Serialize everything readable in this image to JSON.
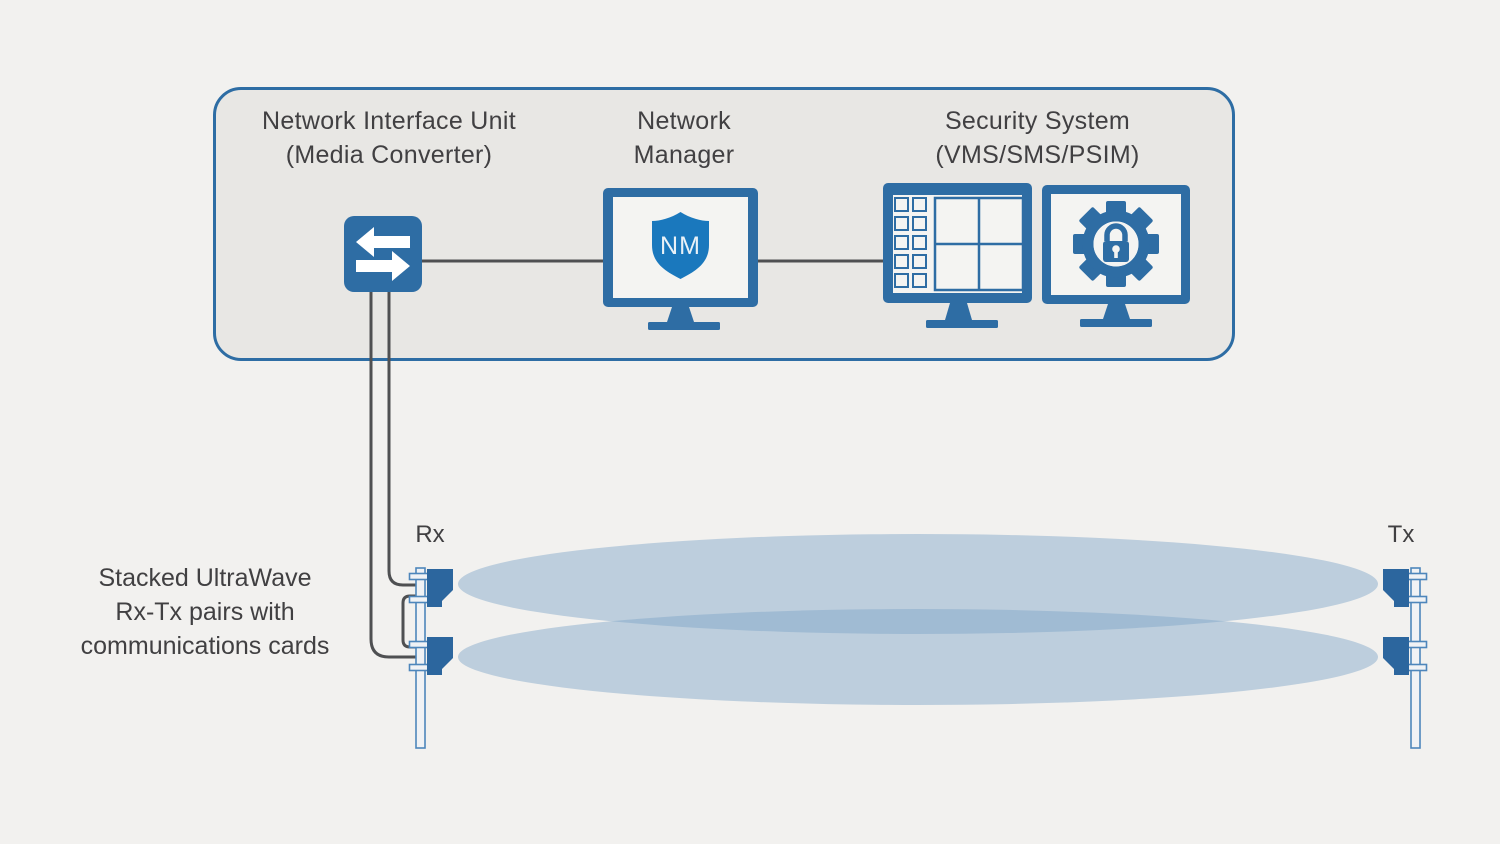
{
  "page": {
    "background": "#f2f1ef"
  },
  "colors": {
    "box_fill": "#e8e7e4",
    "box_border": "#2e6da4",
    "icon_blue": "#2e6da4",
    "shield_blue": "#1a78bd",
    "sensor_blue": "#2c669e",
    "cable_gray": "#4f5052",
    "beam_blue": "#7da3c8",
    "pole_stroke": "#4e86bb",
    "text_gray": "#414042"
  },
  "head_end": {
    "niu": {
      "label_line1": "Network Interface Unit",
      "label_line2": "(Media Converter)"
    },
    "network_manager": {
      "label_line1": "Network",
      "label_line2": "Manager",
      "shield_text": "NM"
    },
    "security_system": {
      "label_line1": "Security System",
      "label_line2": "(VMS/SMS/PSIM)"
    }
  },
  "field": {
    "caption_lines": [
      "Stacked UltraWave",
      "Rx-Tx pairs with",
      "communications cards"
    ],
    "rx_label": "Rx",
    "tx_label": "Tx"
  }
}
